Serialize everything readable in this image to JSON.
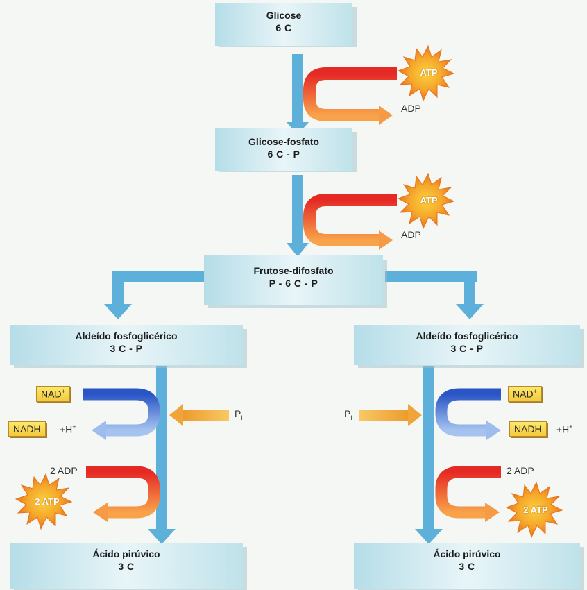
{
  "boxes": {
    "glicose": {
      "line1": "Glicose",
      "line2": "6 C"
    },
    "glicose_fosfato": {
      "line1": "Glicose-fosfato",
      "line2": "6 C - P"
    },
    "frutose_difosfato": {
      "line1": "Frutose-difosfato",
      "line2": "P - 6 C - P"
    },
    "aldeido_left": {
      "line1": "Aldeído fosfoglicérico",
      "line2": "3 C - P"
    },
    "aldeido_right": {
      "line1": "Aldeído fosfoglicérico",
      "line2": "3 C - P"
    },
    "acido_left": {
      "line1": "Ácido pirúvico",
      "line2": "3 C"
    },
    "acido_right": {
      "line1": "Ácido pirúvico",
      "line2": "3 C"
    }
  },
  "labels": {
    "atp": "ATP",
    "adp": "ADP",
    "two_adp": "2 ADP",
    "two_atp": "2 ATP",
    "nad": "NAD",
    "nad_sup": "+",
    "nadh": "NADH",
    "h_plus": "+H",
    "h_plus_sup": "+",
    "pi": "P",
    "pi_sub": "i"
  },
  "colors": {
    "box_top": "#e6f3f6",
    "box_bottom": "#b3dbe6",
    "flow_blue": "#5aaed8",
    "atp_red": "#e8302a",
    "atp_orange": "#f7a440",
    "nad_blue": "#2b58c8",
    "nad_light": "#9bb8ee",
    "pi_orange": "#f0a83a",
    "star_orange": "#f29b2a"
  }
}
